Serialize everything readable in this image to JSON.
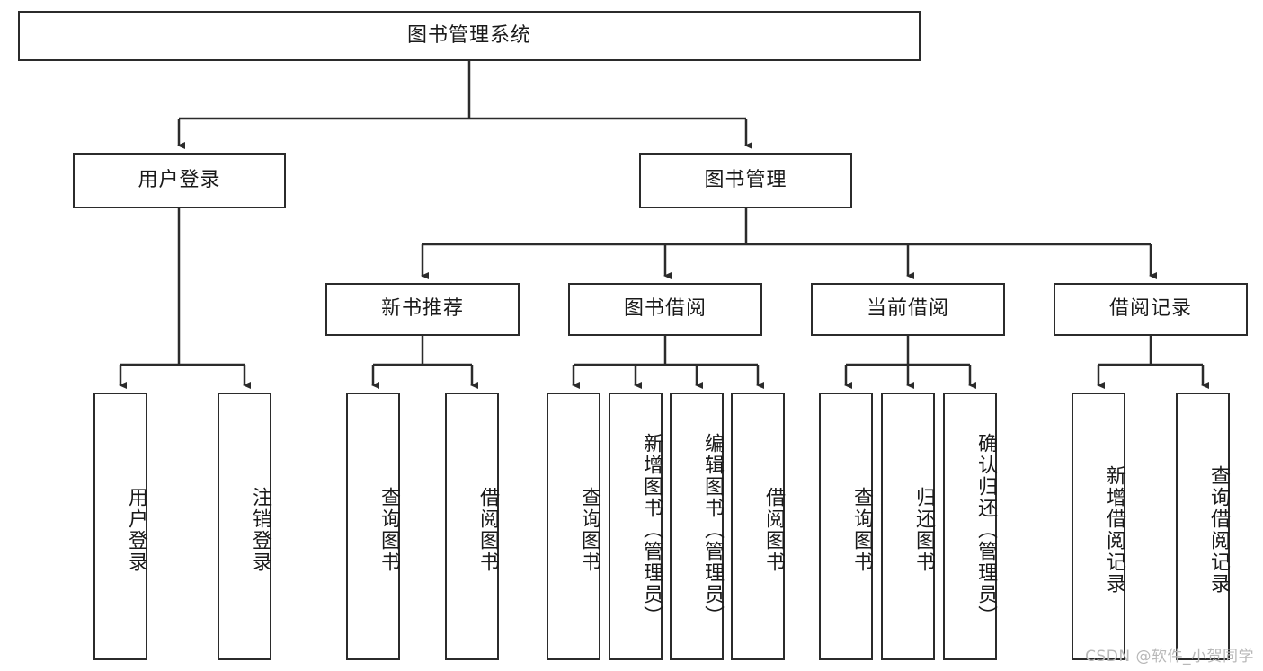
{
  "diagram": {
    "type": "tree-hierarchy",
    "title_node": {
      "label": "图书管理系统"
    },
    "level2": [
      {
        "id": "user-login",
        "label": "用户登录"
      },
      {
        "id": "book-management",
        "label": "图书管理"
      }
    ],
    "level3": [
      {
        "id": "new-book-recommend",
        "label": "新书推荐",
        "parent": "book-management"
      },
      {
        "id": "book-borrow",
        "label": "图书借阅",
        "parent": "book-management"
      },
      {
        "id": "current-borrow",
        "label": "当前借阅",
        "parent": "book-management"
      },
      {
        "id": "borrow-record",
        "label": "借阅记录",
        "parent": "book-management"
      }
    ],
    "leaves": [
      {
        "id": "leaf-user-login",
        "label": "用户登录",
        "parent": "user-login"
      },
      {
        "id": "leaf-logout-login",
        "label": "注销登录",
        "parent": "user-login"
      },
      {
        "id": "leaf-query-book-1",
        "label": "查询图书",
        "parent": "new-book-recommend"
      },
      {
        "id": "leaf-borrow-book-1",
        "label": "借阅图书",
        "parent": "new-book-recommend"
      },
      {
        "id": "leaf-query-book-2",
        "label": "查询图书",
        "parent": "book-borrow"
      },
      {
        "id": "leaf-add-book",
        "label": "新增图书（管理员）",
        "parent": "book-borrow"
      },
      {
        "id": "leaf-edit-book",
        "label": "编辑图书（管理员）",
        "parent": "book-borrow"
      },
      {
        "id": "leaf-borrow-book-2",
        "label": "借阅图书",
        "parent": "book-borrow"
      },
      {
        "id": "leaf-query-book-3",
        "label": "查询图书",
        "parent": "current-borrow"
      },
      {
        "id": "leaf-return-book",
        "label": "归还图书",
        "parent": "current-borrow"
      },
      {
        "id": "leaf-confirm-return",
        "label": "确认归还（管理员）",
        "parent": "current-borrow"
      },
      {
        "id": "leaf-add-record",
        "label": "新增借阅记录",
        "parent": "borrow-record"
      },
      {
        "id": "leaf-query-record",
        "label": "查询借阅记录",
        "parent": "borrow-record"
      }
    ]
  },
  "watermark": {
    "text": "CSDN @软件_小贺同学"
  },
  "colors": {
    "stroke": "#2b2b2b",
    "background": "#ffffff",
    "text": "#1a1a1a",
    "watermark": "#b8b8b8"
  }
}
